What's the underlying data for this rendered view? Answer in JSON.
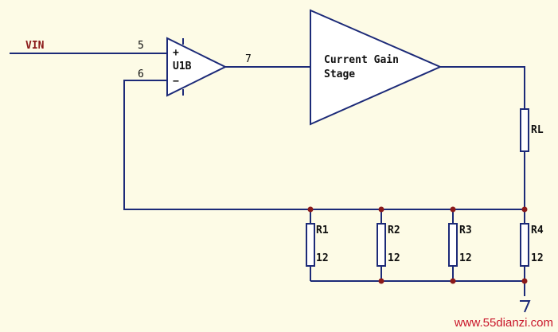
{
  "net_label": "VIN",
  "opamp": {
    "name": "U1B",
    "pin_noninv": "5",
    "pin_inv": "6",
    "pin_out": "7",
    "plus_sign": "+",
    "minus_sign": "−"
  },
  "stage": {
    "line1": "Current Gain",
    "line2": "Stage"
  },
  "load": {
    "name": "RL"
  },
  "resistors": [
    {
      "name": "R1",
      "value": "12"
    },
    {
      "name": "R2",
      "value": "12"
    },
    {
      "name": "R3",
      "value": "12"
    },
    {
      "name": "R4",
      "value": "12"
    }
  ],
  "watermark": "www.55dianzi.com",
  "colors": {
    "wire": "#1c2a78",
    "junction": "#8b1a1a",
    "background": "#fdfbe6",
    "watermark": "#c9162a"
  }
}
